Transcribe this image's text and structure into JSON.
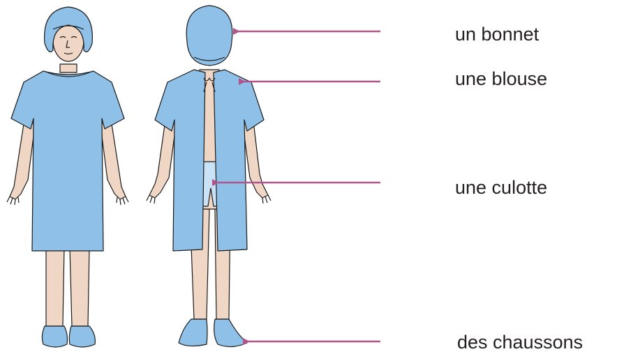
{
  "labels": [
    {
      "id": "bonnet",
      "text": "un bonnet"
    },
    {
      "id": "blouse",
      "text": "une blouse"
    },
    {
      "id": "culotte",
      "text": "une culotte"
    },
    {
      "id": "chaussons",
      "text": "des chaussons"
    }
  ],
  "colors": {
    "gown": "#8fc0e8",
    "cap": "#8fc0e8",
    "shorts": "#c9e2f5",
    "skin": "#f0d7c5",
    "outline": "#1a1a1a",
    "arrow": "#b0558c",
    "text": "#231f20"
  },
  "icons": [
    "child-front-view-figure",
    "child-back-view-figure"
  ]
}
